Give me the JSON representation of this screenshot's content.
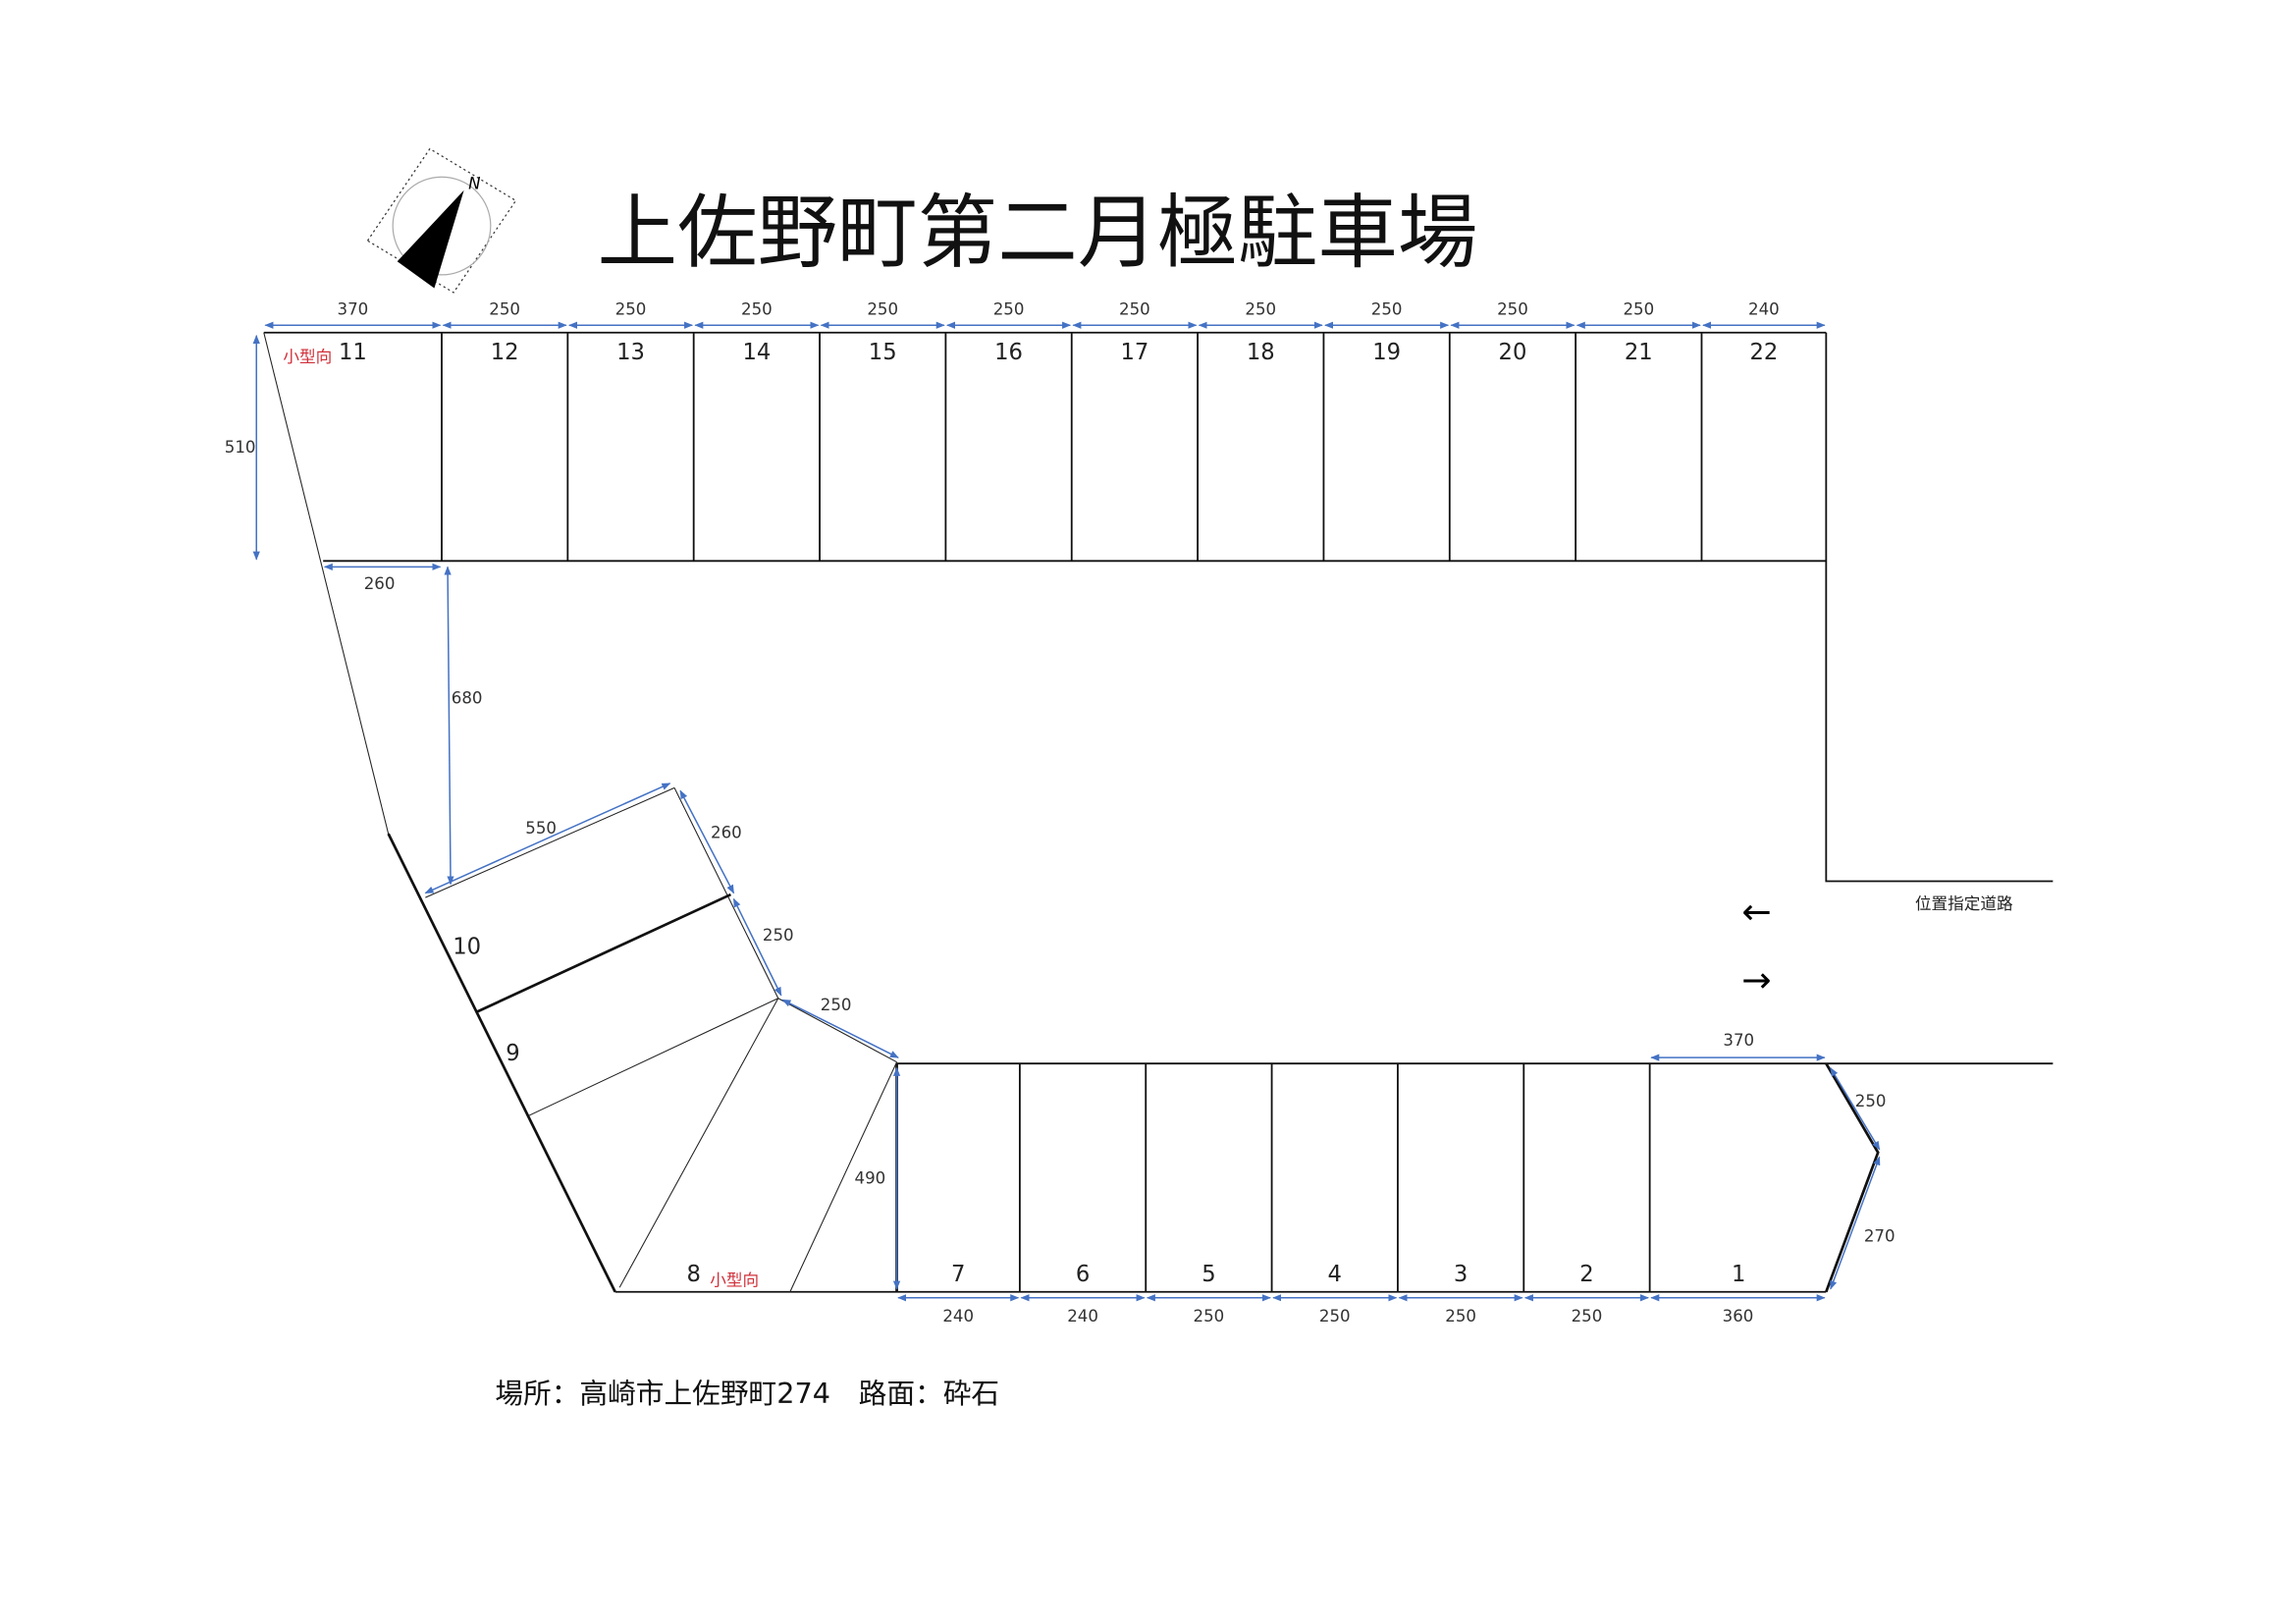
{
  "title": "上佐野町第二月極駐車場",
  "compass": {
    "north_label": "N"
  },
  "road_label": "位置指定道路",
  "arrows": {
    "left": "←",
    "right": "→"
  },
  "footer": "場所：高崎市上佐野町274　路面：砕石",
  "small_car_note": "小型向",
  "spaces": {
    "top_row": [
      "11",
      "12",
      "13",
      "14",
      "15",
      "16",
      "17",
      "18",
      "19",
      "20",
      "21",
      "22"
    ],
    "bottom_row": [
      "7",
      "6",
      "5",
      "4",
      "3",
      "2",
      "1"
    ],
    "angled": [
      "10",
      "9",
      "8"
    ]
  },
  "dimensions": {
    "top_widths": [
      "370",
      "250",
      "250",
      "250",
      "250",
      "250",
      "250",
      "250",
      "250",
      "250",
      "250",
      "240"
    ],
    "top_depth": "510",
    "top_bottom_left": "260",
    "aisle_width": "680",
    "angled_length": "550",
    "angled_width_10": "260",
    "angled_width_9": "250",
    "angled_width_8": "250",
    "bottom_depth": "490",
    "bottom_widths": [
      "240",
      "240",
      "250",
      "250",
      "250",
      "250",
      "360"
    ],
    "space1_top": "370",
    "space1_side_upper": "250",
    "space1_side_lower": "270"
  },
  "colors": {
    "dimension": "#4472C4",
    "note": "#d0303a"
  }
}
